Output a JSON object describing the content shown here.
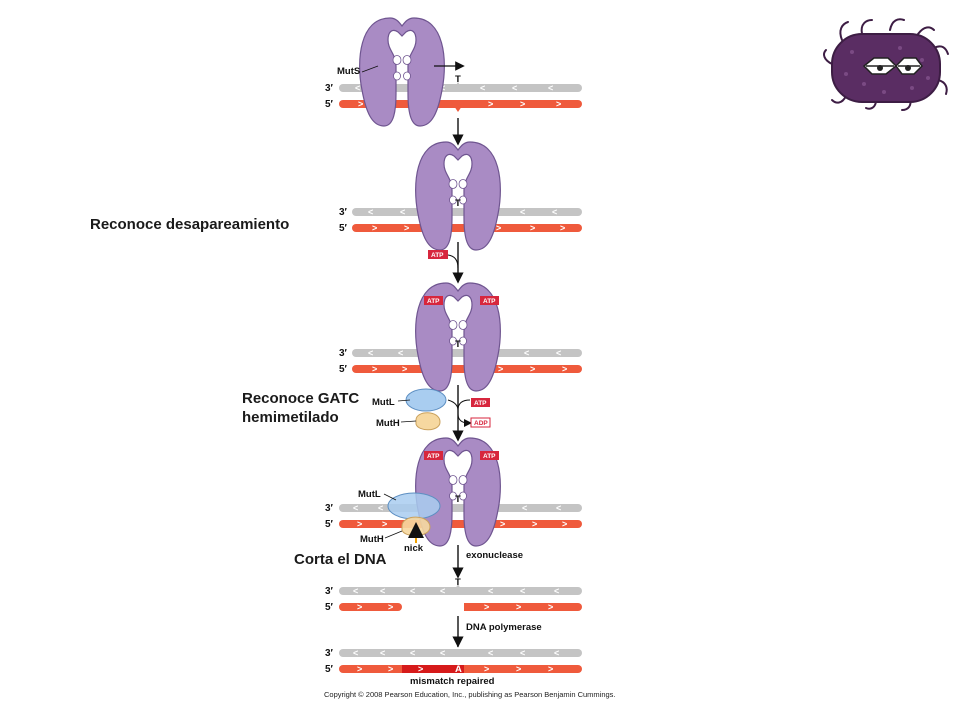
{
  "captions": {
    "recognizes_mismatch": "Reconoce desapareamiento",
    "recognizes_gatc_line1": "Reconoce GATC",
    "recognizes_gatc_line2": "hemimetilado",
    "cuts_dna": "Corta el DNA"
  },
  "figure": {
    "mutS": "MutS",
    "mutL": "MutL",
    "mutH": "MutH",
    "nick": "nick",
    "three_prime": "3′",
    "five_prime": "5′",
    "atp": "ATP",
    "adp": "ADP",
    "mismatch_base": "T",
    "step_exonuclease": "exonuclease",
    "step_polymerase": "DNA polymerase",
    "step_repaired": "mismatch repaired",
    "copyright": "Copyright © 2008 Pearson Education, Inc., publishing as Pearson Benjamin Cummings."
  },
  "colors": {
    "template_strand": "#c4c4c4",
    "new_strand": "#ef5a3c",
    "mutS": "#a98bc4",
    "mutL": "#a9cdf0",
    "mutH": "#f6d8a0",
    "atp_tag": "#d7263d",
    "mascot": "#5a2d63"
  }
}
